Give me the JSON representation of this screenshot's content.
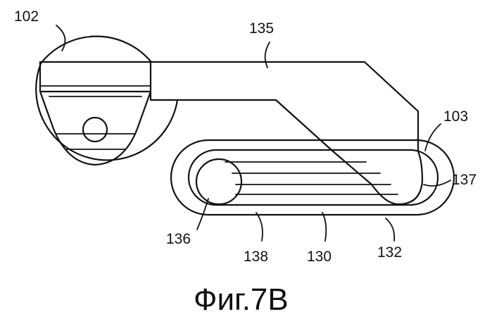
{
  "figure": {
    "caption": "Фиг.7В",
    "labels": {
      "l102": "102",
      "l135": "135",
      "l103": "103",
      "l137": "137",
      "l136": "136",
      "l138": "138",
      "l130": "130",
      "l132": "132"
    }
  },
  "colors": {
    "line": "#111111",
    "background": "#ffffff"
  }
}
